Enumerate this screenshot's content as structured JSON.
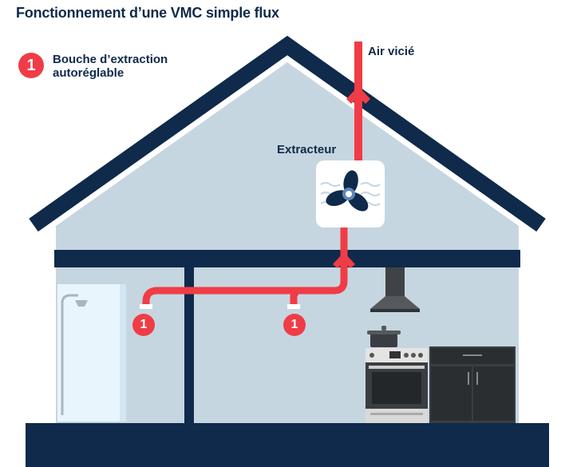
{
  "title": "Fonctionnement d’une VMC simple flux",
  "legend": {
    "marker": "1",
    "text": "Bouche d’extraction autoréglable"
  },
  "labels": {
    "exhaust_air": "Air vicié",
    "extractor": "Extracteur"
  },
  "vents": [
    {
      "marker": "1"
    },
    {
      "marker": "1"
    }
  ],
  "icons": [
    "fan-icon",
    "shower-icon",
    "range-hood-icon",
    "cooking-pot-icon",
    "oven-icon",
    "cabinet-icon",
    "arrow-up-icon"
  ],
  "colors": {
    "house_outline": "#0f2a4a",
    "interior": "#c6d6e0",
    "duct": "#f03c46",
    "shower": "#e9f5fc",
    "appliance": "#3a3e42"
  }
}
